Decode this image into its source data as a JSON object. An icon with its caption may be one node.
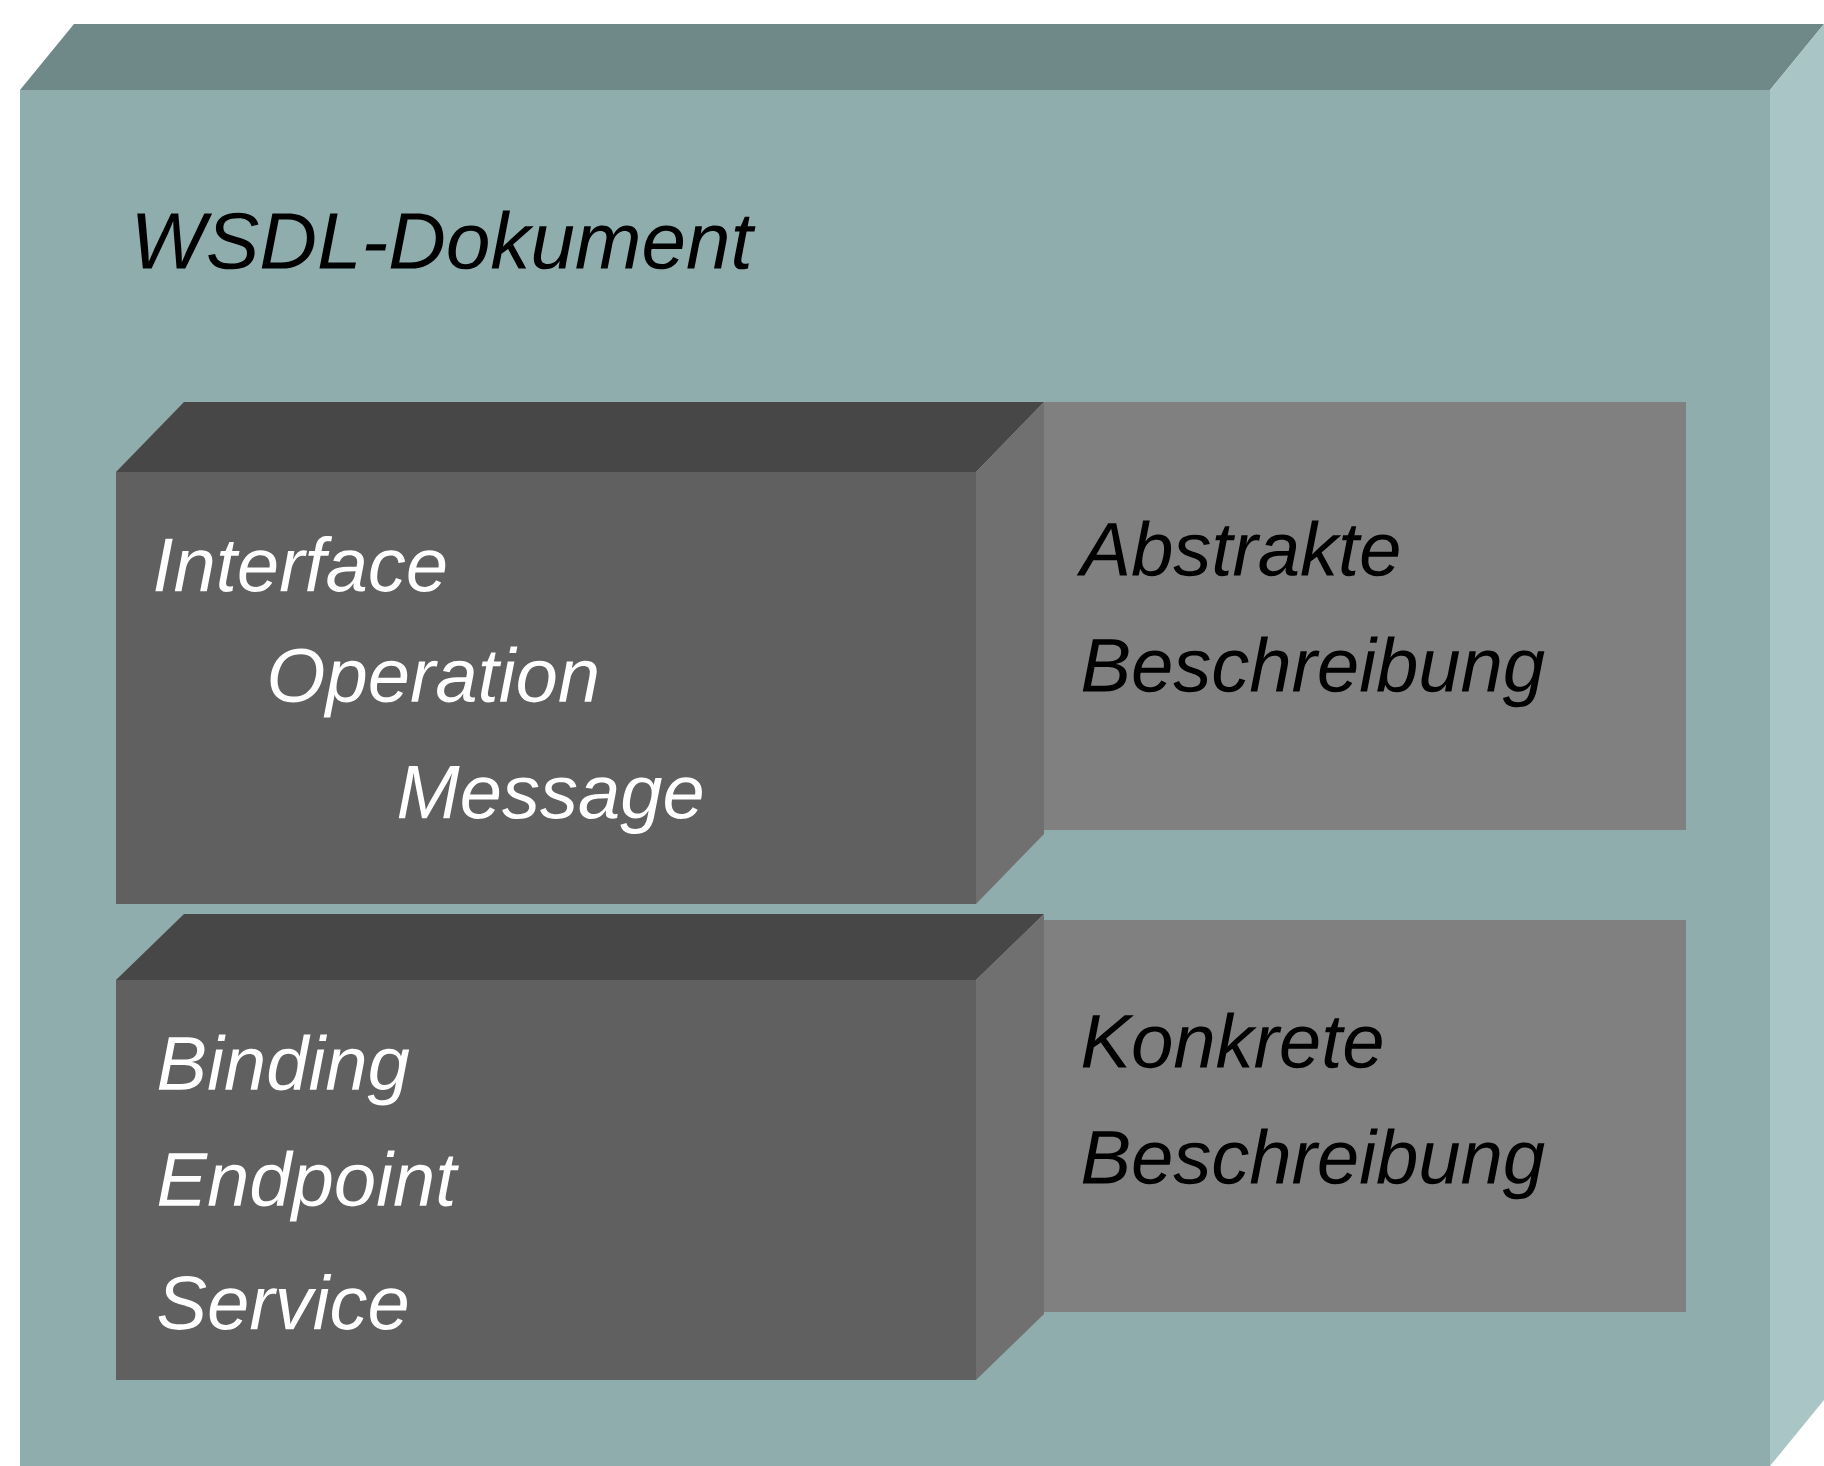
{
  "diagram": {
    "nodes": [
      {
        "text": [
          "WSDL-Dokument"
        ]
      },
      {
        "text": [
          "Interface",
          "Operation",
          "Message"
        ],
        "in": 0
      },
      {
        "text": [
          "Abstrakte Beschreibung"
        ],
        "in": 0
      },
      {
        "text": [
          "Binding",
          "Endpoint",
          "Service"
        ],
        "in": 0
      },
      {
        "text": [
          "Konkrete Beschreibung"
        ],
        "in": 0
      }
    ]
  }
}
